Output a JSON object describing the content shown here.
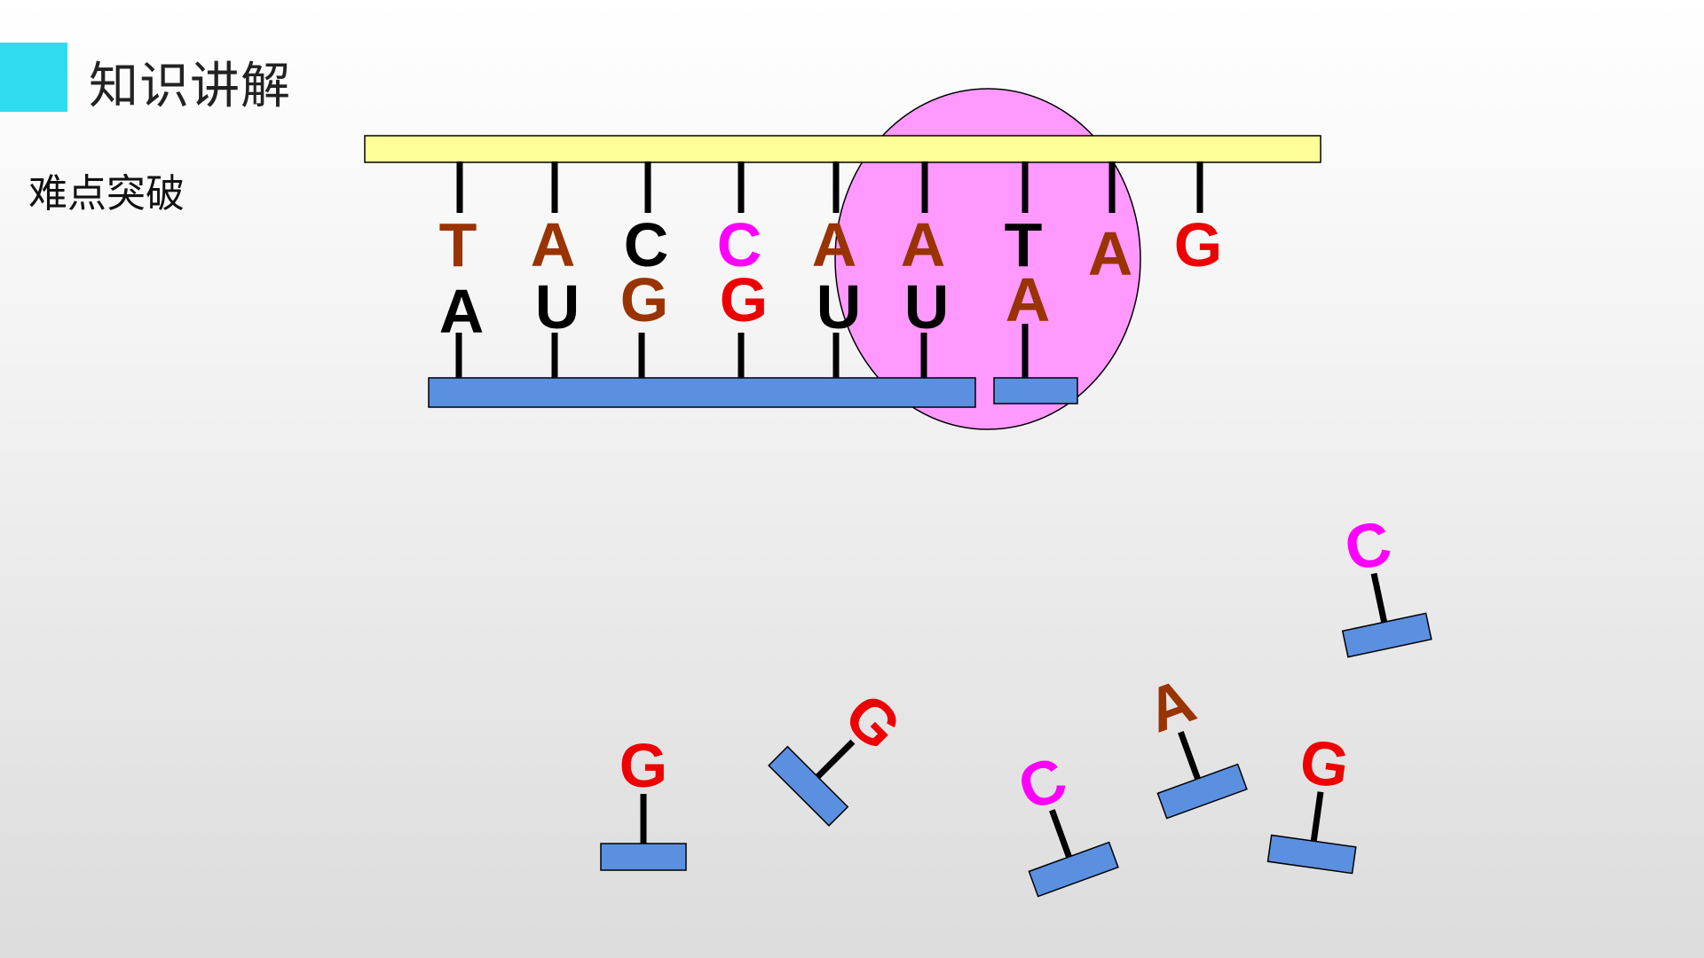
{
  "header": {
    "title": "知识讲解"
  },
  "subtitle": "难点突破",
  "colors": {
    "accent": "#2fdcef",
    "dna_strand": "#ffff99",
    "rna_strand": "#5b8fe0",
    "ribosome": "#ff99ff",
    "A": "#993300",
    "T": "#993300",
    "C": "#000000",
    "G": "#ee0000",
    "U": "#000000"
  },
  "dna_bases": [
    {
      "letter": "T",
      "color": "#993300"
    },
    {
      "letter": "A",
      "color": "#993300"
    },
    {
      "letter": "C",
      "color": "#000000"
    },
    {
      "letter": "C",
      "color": "#ff00ff"
    },
    {
      "letter": "A",
      "color": "#993300"
    },
    {
      "letter": "A",
      "color": "#993300"
    },
    {
      "letter": "T",
      "color": "#000000"
    },
    {
      "letter": "A",
      "color": "#993300"
    },
    {
      "letter": "G",
      "color": "#ee0000"
    }
  ],
  "rna_bases": [
    {
      "letter": "A",
      "color": "#000000"
    },
    {
      "letter": "U",
      "color": "#000000"
    },
    {
      "letter": "G",
      "color": "#993300"
    },
    {
      "letter": "G",
      "color": "#ee0000"
    },
    {
      "letter": "U",
      "color": "#000000"
    },
    {
      "letter": "U",
      "color": "#000000"
    },
    {
      "letter": "A",
      "color": "#993300"
    }
  ],
  "free_nucleotides": [
    {
      "letter": "G",
      "color": "#ee0000"
    },
    {
      "letter": "G",
      "color": "#ee0000"
    },
    {
      "letter": "C",
      "color": "#ff00ff"
    },
    {
      "letter": "A",
      "color": "#993300"
    },
    {
      "letter": "G",
      "color": "#ee0000"
    },
    {
      "letter": "C",
      "color": "#ff00ff"
    }
  ]
}
